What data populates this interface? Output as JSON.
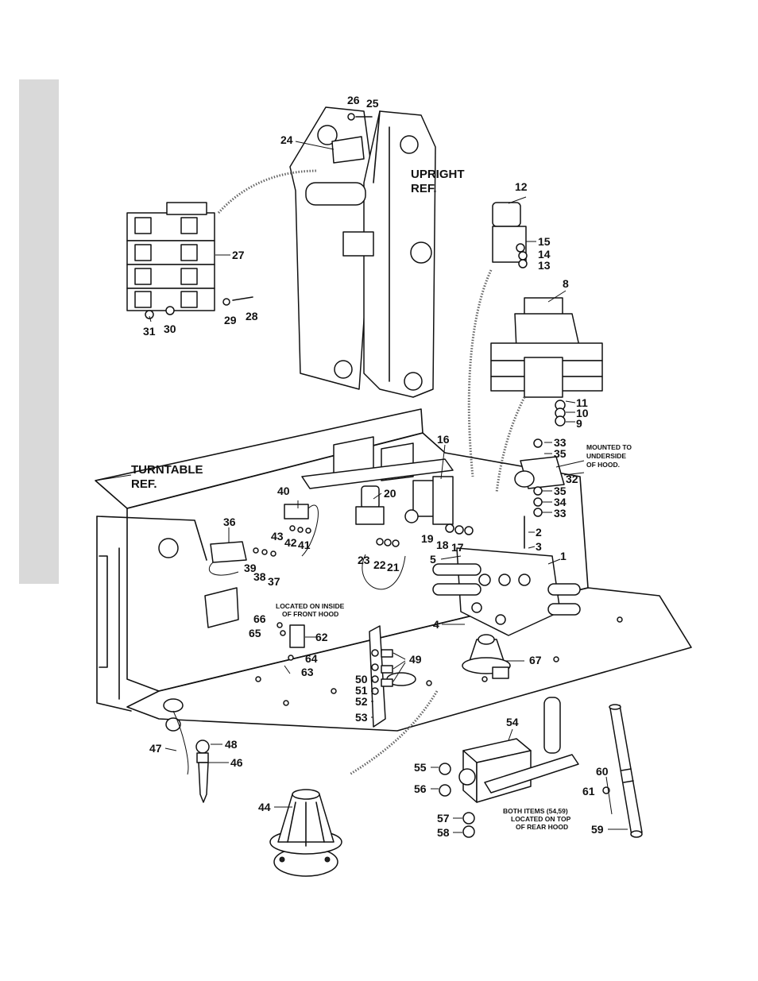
{
  "labels": {
    "upright_ref": [
      "UPRIGHT",
      "REF."
    ],
    "turntable_ref": [
      "TURNTABLE",
      "REF."
    ]
  },
  "notes": {
    "mounted_hood": [
      "MOUNTED TO",
      "UNDERSIDE",
      "OF HOOD."
    ],
    "front_hood": [
      "LOCATED ON INSIDE",
      "OF FRONT HOOD"
    ],
    "rear_hood": [
      "BOTH ITEMS (54,59)",
      "LOCATED ON TOP",
      "OF REAR HOOD"
    ]
  },
  "callouts": [
    {
      "id": "c26",
      "text": "26"
    },
    {
      "id": "c25",
      "text": "25"
    },
    {
      "id": "c24",
      "text": "24"
    },
    {
      "id": "c27",
      "text": "27"
    },
    {
      "id": "c28",
      "text": "28"
    },
    {
      "id": "c29",
      "text": "29"
    },
    {
      "id": "c30",
      "text": "30"
    },
    {
      "id": "c31",
      "text": "31"
    },
    {
      "id": "c12",
      "text": "12"
    },
    {
      "id": "c15",
      "text": "15"
    },
    {
      "id": "c14",
      "text": "14"
    },
    {
      "id": "c13",
      "text": "13"
    },
    {
      "id": "c8",
      "text": "8"
    },
    {
      "id": "c11",
      "text": "11"
    },
    {
      "id": "c10",
      "text": "10"
    },
    {
      "id": "c9",
      "text": "9"
    },
    {
      "id": "c16",
      "text": "16"
    },
    {
      "id": "c33a",
      "text": "33"
    },
    {
      "id": "c35a",
      "text": "35"
    },
    {
      "id": "c32",
      "text": "32"
    },
    {
      "id": "c35b",
      "text": "35"
    },
    {
      "id": "c34",
      "text": "34"
    },
    {
      "id": "c33b",
      "text": "33"
    },
    {
      "id": "c40",
      "text": "40"
    },
    {
      "id": "c20",
      "text": "20"
    },
    {
      "id": "c36",
      "text": "36"
    },
    {
      "id": "c43",
      "text": "43"
    },
    {
      "id": "c42",
      "text": "42"
    },
    {
      "id": "c41",
      "text": "41"
    },
    {
      "id": "c39",
      "text": "39"
    },
    {
      "id": "c38",
      "text": "38"
    },
    {
      "id": "c37",
      "text": "37"
    },
    {
      "id": "c19",
      "text": "19"
    },
    {
      "id": "c18",
      "text": "18"
    },
    {
      "id": "c17",
      "text": "17"
    },
    {
      "id": "c2",
      "text": "2"
    },
    {
      "id": "c3",
      "text": "3"
    },
    {
      "id": "c1",
      "text": "1"
    },
    {
      "id": "c5",
      "text": "5"
    },
    {
      "id": "c23",
      "text": "23"
    },
    {
      "id": "c22",
      "text": "22"
    },
    {
      "id": "c21",
      "text": "21"
    },
    {
      "id": "c4",
      "text": "4"
    },
    {
      "id": "c66",
      "text": "66"
    },
    {
      "id": "c65",
      "text": "65"
    },
    {
      "id": "c62",
      "text": "62"
    },
    {
      "id": "c64",
      "text": "64"
    },
    {
      "id": "c63",
      "text": "63"
    },
    {
      "id": "c49",
      "text": "49"
    },
    {
      "id": "c67",
      "text": "67"
    },
    {
      "id": "c50",
      "text": "50"
    },
    {
      "id": "c51",
      "text": "51"
    },
    {
      "id": "c52",
      "text": "52"
    },
    {
      "id": "c53",
      "text": "53"
    },
    {
      "id": "c47",
      "text": "47"
    },
    {
      "id": "c48",
      "text": "48"
    },
    {
      "id": "c46",
      "text": "46"
    },
    {
      "id": "c54",
      "text": "54"
    },
    {
      "id": "c55",
      "text": "55"
    },
    {
      "id": "c56",
      "text": "56"
    },
    {
      "id": "c57",
      "text": "57"
    },
    {
      "id": "c58",
      "text": "58"
    },
    {
      "id": "c60",
      "text": "60"
    },
    {
      "id": "c61",
      "text": "61"
    },
    {
      "id": "c59",
      "text": "59"
    },
    {
      "id": "c44",
      "text": "44"
    }
  ]
}
